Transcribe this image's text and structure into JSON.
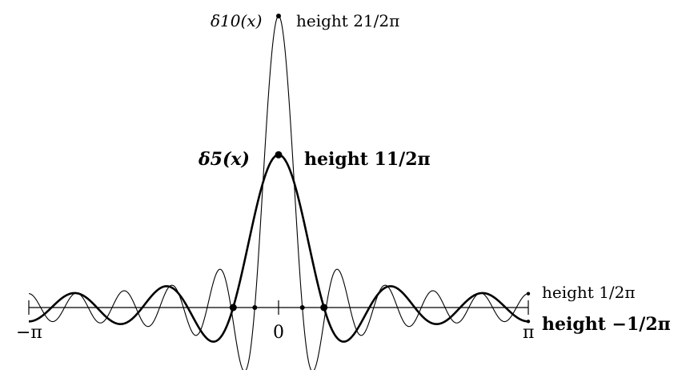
{
  "chart_data": {
    "type": "line",
    "title": "",
    "xlabel": "",
    "ylabel": "",
    "xlim": [
      -3.14159,
      3.14159
    ],
    "ylim": [
      -1.1,
      3.5
    ],
    "grid": false,
    "x_ticks": [
      {
        "value": -3.14159,
        "label": "−π"
      },
      {
        "value": 0,
        "label": "0"
      },
      {
        "value": 3.14159,
        "label": "π"
      }
    ],
    "series": [
      {
        "name": "δ10(x)",
        "N": 10,
        "peak": 3.342,
        "weight": "thin"
      },
      {
        "name": "δ5(x)",
        "N": 5,
        "peak": 1.751,
        "weight": "bold"
      }
    ],
    "annotations": [
      {
        "series": "δ10(x)",
        "name": "δ10(x)",
        "text": "height 21/2π",
        "x": 0,
        "y": 3.342
      },
      {
        "series": "δ5(x)",
        "name": "δ5(x)",
        "text": "height 11/2π",
        "x": 0,
        "y": 1.751
      }
    ],
    "end_labels": [
      {
        "text": "height 1/2π",
        "x": 3.14159,
        "y": 0.159,
        "weight": "normal"
      },
      {
        "text": "height −1/2π",
        "x": 3.14159,
        "y": -0.159,
        "weight": "bold"
      }
    ],
    "zero_points": [
      -0.571,
      -0.299,
      0.299,
      0.571
    ]
  }
}
